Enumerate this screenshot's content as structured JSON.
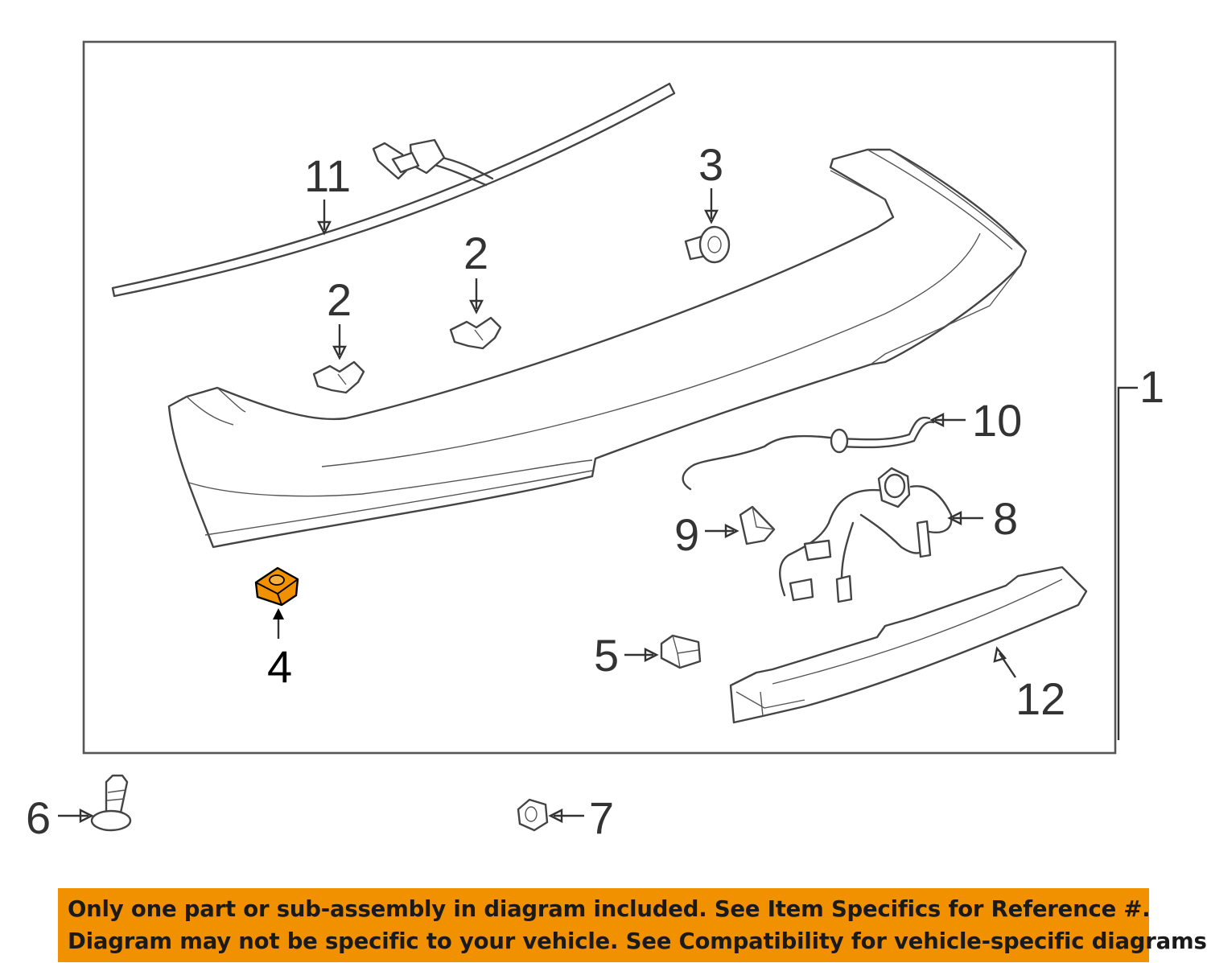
{
  "diagram": {
    "callouts": [
      {
        "id": "c1",
        "label": "1"
      },
      {
        "id": "c2a",
        "label": "2"
      },
      {
        "id": "c2b",
        "label": "2"
      },
      {
        "id": "c3",
        "label": "3"
      },
      {
        "id": "c4",
        "label": "4",
        "highlighted": true
      },
      {
        "id": "c5",
        "label": "5"
      },
      {
        "id": "c6",
        "label": "6"
      },
      {
        "id": "c7",
        "label": "7"
      },
      {
        "id": "c8",
        "label": "8"
      },
      {
        "id": "c9",
        "label": "9"
      },
      {
        "id": "c10",
        "label": "10"
      },
      {
        "id": "c11",
        "label": "11"
      },
      {
        "id": "c12",
        "label": "12"
      }
    ],
    "highlight_color": "#f29100",
    "line_color": "#444444"
  },
  "disclaimer": {
    "line1": "Only one part or sub-assembly in diagram included. See Item Specifics for Reference #.",
    "line2": "Diagram may not be specific to your vehicle. See Compatibility for vehicle-specific diagrams.",
    "background": "#f29100"
  }
}
